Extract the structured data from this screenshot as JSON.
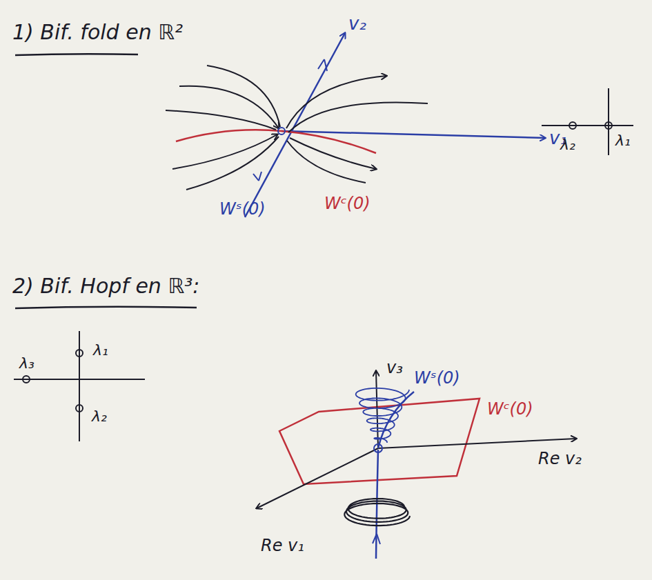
{
  "diagram": {
    "labels": [
      "1) Bif. fold en ℝ²",
      "v₂",
      "v₁",
      "Wˢ(0)",
      "Wᶜ(0)",
      "λ₂",
      "λ₁",
      "2) Bif. Hopf en ℝ³:",
      "λ₁",
      "λ₂",
      "λ₃",
      "v₃",
      "Wˢ(0)",
      "Wᶜ(0)",
      "Re v₂",
      "Re v₁"
    ]
  }
}
